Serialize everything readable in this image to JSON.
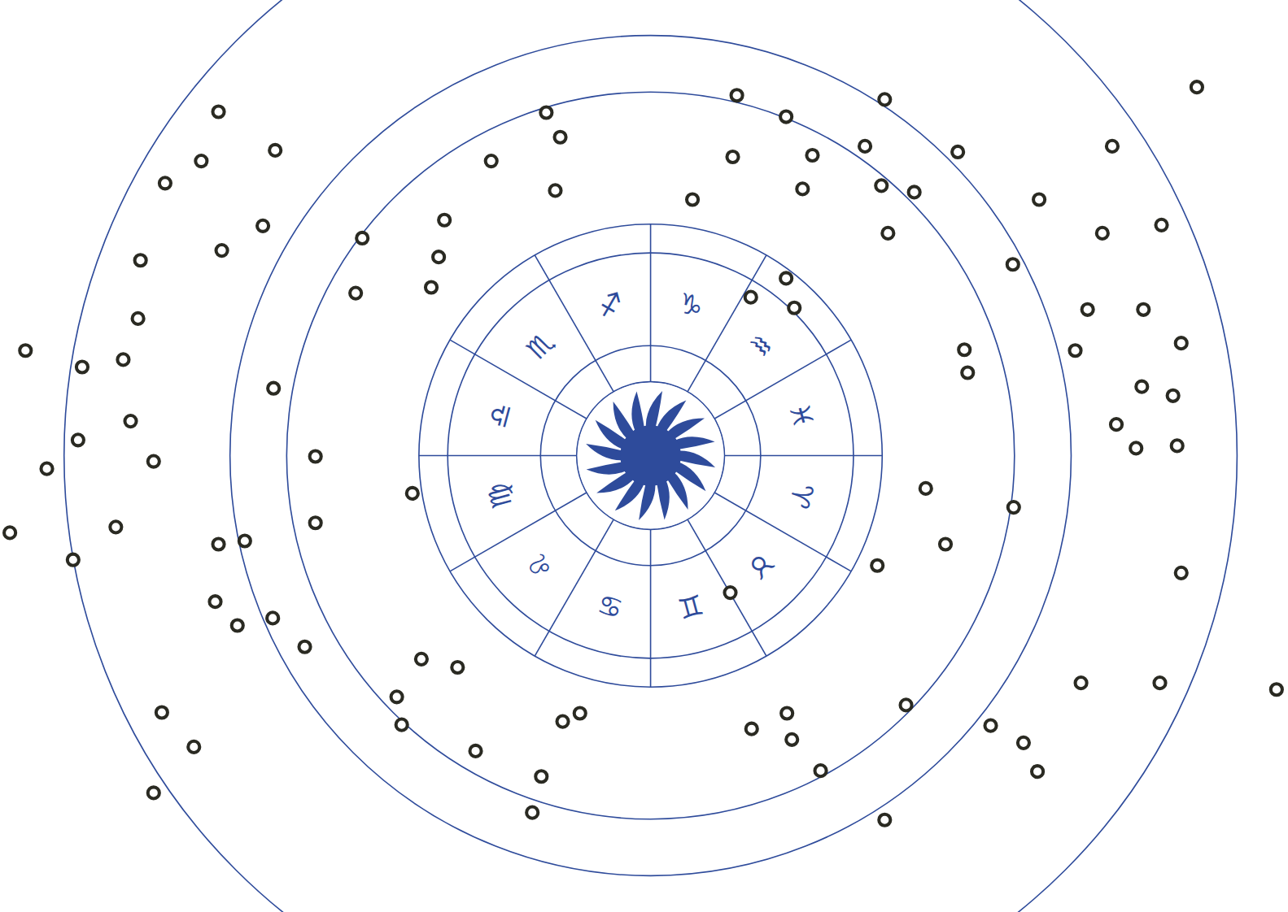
{
  "diagram": {
    "labels": [
      "♐",
      "♑",
      "♒",
      "♓",
      "♈",
      "♉",
      "♊",
      "♋",
      "♌",
      "♍",
      "♎",
      "♏"
    ]
  }
}
